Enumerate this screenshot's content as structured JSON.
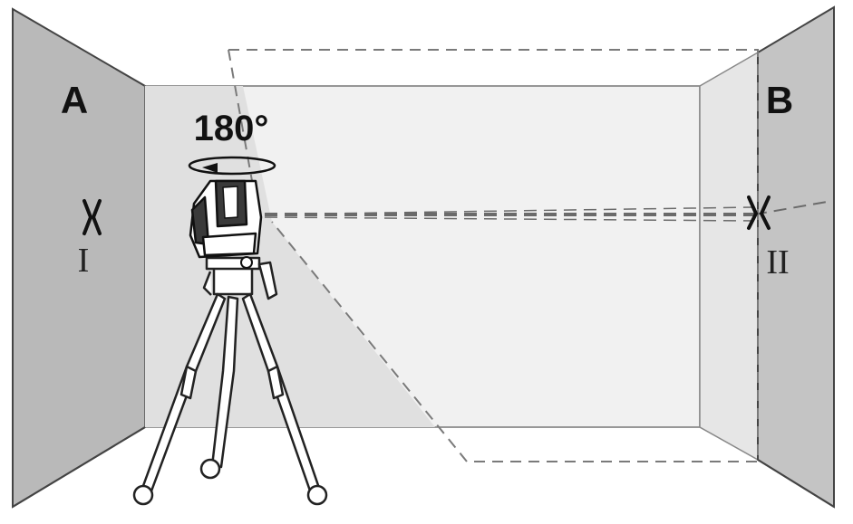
{
  "labels": {
    "wall_a": "A",
    "wall_b": "B",
    "rotation": "180°",
    "mark_1": "I",
    "mark_2": "II"
  },
  "colors": {
    "side_wall": "#b9b9b9",
    "back_wall": "#f1f1f1",
    "right_inner_wall": "#e6e6e6",
    "floor_shadow": "#d6d6d6",
    "line": "#555555",
    "dash": "#7a7a7a",
    "device_body": "#3a3a3a"
  },
  "icons": {
    "rotation_arrow": "rotation-arrow-icon",
    "cross_mark": "x-mark-icon",
    "laser_device": "cross-line-laser-icon",
    "tripod": "tripod-icon"
  }
}
